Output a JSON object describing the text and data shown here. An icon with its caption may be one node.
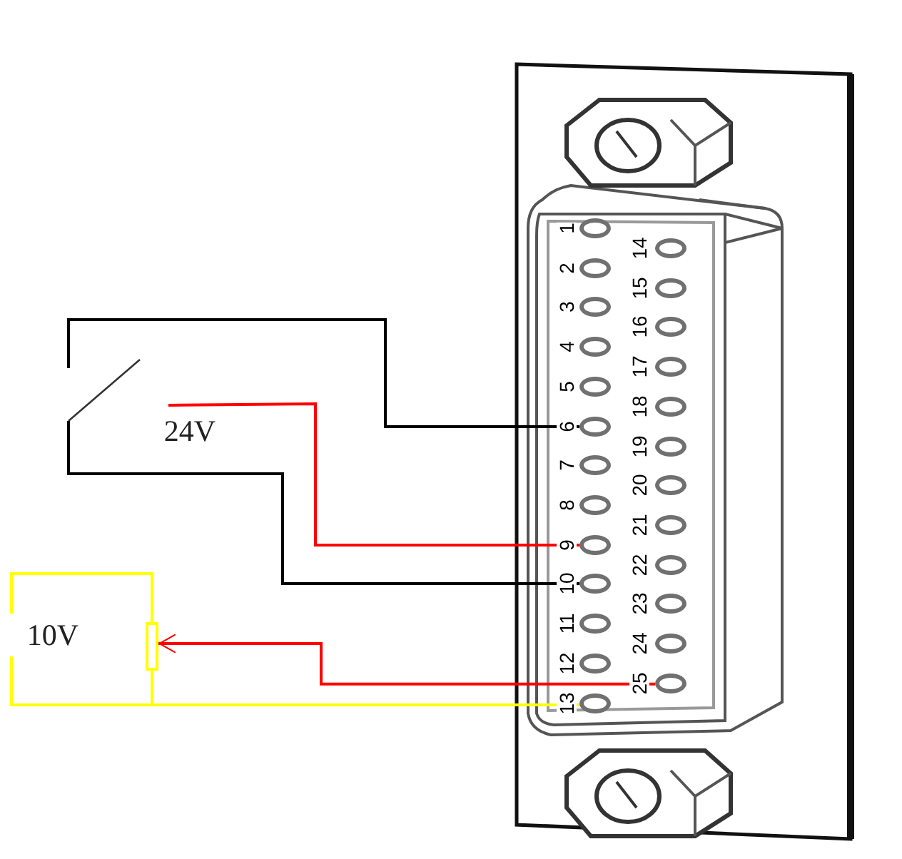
{
  "diagram": {
    "nodes": [
      {
        "text": [],
        "shape": "switch"
      },
      {
        "text": [
          "24V"
        ]
      },
      {
        "text": [
          "10V"
        ]
      },
      {
        "text": [],
        "shape": "resistor"
      },
      {
        "text": [],
        "shape": "circle",
        "beside": [
          "1"
        ]
      },
      {
        "text": [],
        "shape": "circle",
        "beside": [
          "2"
        ]
      },
      {
        "text": [],
        "shape": "circle",
        "beside": [
          "3"
        ]
      },
      {
        "text": [],
        "shape": "circle",
        "beside": [
          "4"
        ]
      },
      {
        "text": [],
        "shape": "circle",
        "beside": [
          "5"
        ]
      },
      {
        "text": [],
        "shape": "circle",
        "beside": [
          "6"
        ]
      },
      {
        "text": [],
        "shape": "circle",
        "beside": [
          "7"
        ]
      },
      {
        "text": [],
        "shape": "circle",
        "beside": [
          "8"
        ]
      },
      {
        "text": [],
        "shape": "circle",
        "beside": [
          "9"
        ]
      },
      {
        "text": [],
        "shape": "circle",
        "beside": [
          "10"
        ]
      },
      {
        "text": [],
        "shape": "circle",
        "beside": [
          "11"
        ]
      },
      {
        "text": [],
        "shape": "circle",
        "beside": [
          "12"
        ]
      },
      {
        "text": [],
        "shape": "circle",
        "beside": [
          "13"
        ]
      },
      {
        "text": [],
        "shape": "circle",
        "beside": [
          "14"
        ]
      },
      {
        "text": [],
        "shape": "circle",
        "beside": [
          "15"
        ]
      },
      {
        "text": [],
        "shape": "circle",
        "beside": [
          "16"
        ]
      },
      {
        "text": [],
        "shape": "circle",
        "beside": [
          "17"
        ]
      },
      {
        "text": [],
        "shape": "circle",
        "beside": [
          "18"
        ]
      },
      {
        "text": [],
        "shape": "circle",
        "beside": [
          "19"
        ]
      },
      {
        "text": [],
        "shape": "circle",
        "beside": [
          "20"
        ]
      },
      {
        "text": [],
        "shape": "circle",
        "beside": [
          "21"
        ]
      },
      {
        "text": [],
        "shape": "circle",
        "beside": [
          "22"
        ]
      },
      {
        "text": [],
        "shape": "circle",
        "beside": [
          "23"
        ]
      },
      {
        "text": [],
        "shape": "circle",
        "beside": [
          "24"
        ]
      },
      {
        "text": [],
        "shape": "circle",
        "beside": [
          "25"
        ]
      }
    ],
    "edges": [
      {
        "from": 0,
        "to": 9,
        "arrow": "none",
        "color": "#000000"
      },
      {
        "from": 1,
        "to": 12,
        "arrow": "none",
        "color": "#ff0000"
      },
      {
        "from": 0,
        "to": 13,
        "arrow": "none",
        "color": "#000000"
      },
      {
        "from": 28,
        "to": 3,
        "arrow": "to",
        "color": "#ff0000"
      },
      {
        "from": 2,
        "to": 3,
        "arrow": "none",
        "color": "#ffff00"
      },
      {
        "from": 2,
        "to": 16,
        "arrow": "none",
        "color": "#ffff00"
      },
      {
        "from": 3,
        "to": 16,
        "arrow": "none",
        "color": "#ffff00"
      }
    ]
  }
}
